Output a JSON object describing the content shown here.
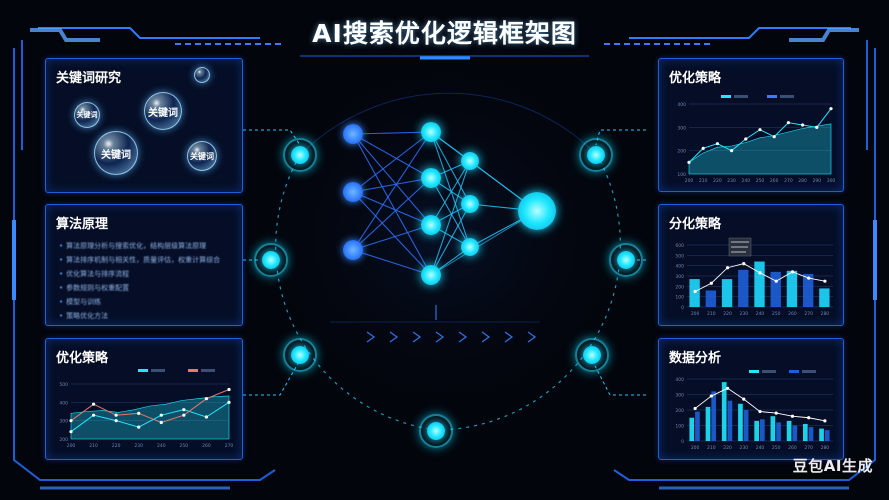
{
  "page": {
    "title": "AI搜索优化逻辑框架图"
  },
  "colors": {
    "cyan": "#1fe8ff",
    "blue": "#1e5fd8",
    "background": "#03050c",
    "salmon": "#e8786e"
  },
  "keywords": {
    "title": "关键词研究",
    "bubbles": [
      "关键词",
      "关键词",
      "关键词",
      "关键词"
    ]
  },
  "algorithm": {
    "title": "算法原理",
    "items": [
      "算法原理分析与搜索优化，结构层级算法原理",
      "算法排序机制与相关性，质量评估，权重计算综合",
      "优化算法与排序流程",
      "参数规则与权重配置",
      "模型与训练",
      "策略优化方法"
    ]
  },
  "panels": {
    "top_right_title": "优化策略",
    "mid_right_title": "分化策略",
    "bottom_right_title": "数据分析",
    "bottom_left_title": "优化策略"
  },
  "chart_data": [
    {
      "type": "line",
      "title": "优化策略",
      "x": [
        "200",
        "210",
        "220",
        "230",
        "240",
        "250",
        "260",
        "270"
      ],
      "series": [
        {
          "name": "",
          "color": "#1fe8ff",
          "values": [
            240,
            330,
            300,
            265,
            330,
            360,
            320,
            400
          ]
        },
        {
          "name": "",
          "color": "#e8786e",
          "values": [
            300,
            390,
            330,
            340,
            290,
            330,
            420,
            470
          ]
        }
      ],
      "area": [
        340,
        350,
        355,
        345,
        360,
        380,
        390,
        410,
        420,
        430,
        435
      ],
      "ylim": [
        200,
        500
      ],
      "yticks": [
        "500",
        "400",
        "300",
        "200"
      ],
      "grid": true,
      "legend": "top-right"
    },
    {
      "type": "line",
      "title": "优化策略",
      "x": [
        "200",
        "210",
        "220",
        "230",
        "240",
        "250",
        "260",
        "270",
        "280",
        "290",
        "300"
      ],
      "series": [
        {
          "name": "",
          "color": "#1fe8ff",
          "values": [
            150,
            210,
            230,
            200,
            250,
            290,
            260,
            320,
            310,
            300,
            380
          ]
        },
        {
          "name": "",
          "color": "#3a7bff",
          "values": []
        }
      ],
      "area": [
        150,
        190,
        215,
        220,
        235,
        255,
        265,
        280,
        295,
        305,
        315
      ],
      "ylim": [
        100,
        400
      ],
      "yticks": [
        "400",
        "300",
        "200",
        "100"
      ],
      "grid": true,
      "legend": "top"
    },
    {
      "type": "bar",
      "title": "分化策略",
      "categories": [
        "200",
        "210",
        "220",
        "230",
        "240",
        "250",
        "260",
        "270",
        "280"
      ],
      "series": [
        {
          "name": "",
          "values": [
            270,
            160,
            270,
            360,
            440,
            340,
            350,
            320,
            180
          ]
        }
      ],
      "line": [
        150,
        230,
        380,
        420,
        330,
        250,
        340,
        280,
        250
      ],
      "ylim": [
        0,
        600
      ],
      "yticks": [
        "600",
        "500",
        "400",
        "300",
        "200",
        "100",
        "0"
      ],
      "grid": true
    },
    {
      "type": "bar",
      "title": "数据分析",
      "categories": [
        "200",
        "210",
        "220",
        "230",
        "240",
        "250",
        "260",
        "270",
        "280"
      ],
      "series": [
        {
          "name": "",
          "color": "#1fe8ff",
          "values": [
            150,
            220,
            380,
            240,
            130,
            160,
            130,
            110,
            80
          ]
        },
        {
          "name": "",
          "color": "#1e5fd8",
          "values": [
            190,
            320,
            260,
            200,
            140,
            120,
            100,
            90,
            70
          ]
        }
      ],
      "line": [
        210,
        290,
        340,
        270,
        190,
        180,
        160,
        150,
        130
      ],
      "ylim": [
        0,
        400
      ],
      "yticks": [
        "400",
        "300",
        "200",
        "100",
        "0"
      ],
      "grid": true,
      "legend": "top-right"
    }
  ],
  "watermark": "豆包AI生成"
}
